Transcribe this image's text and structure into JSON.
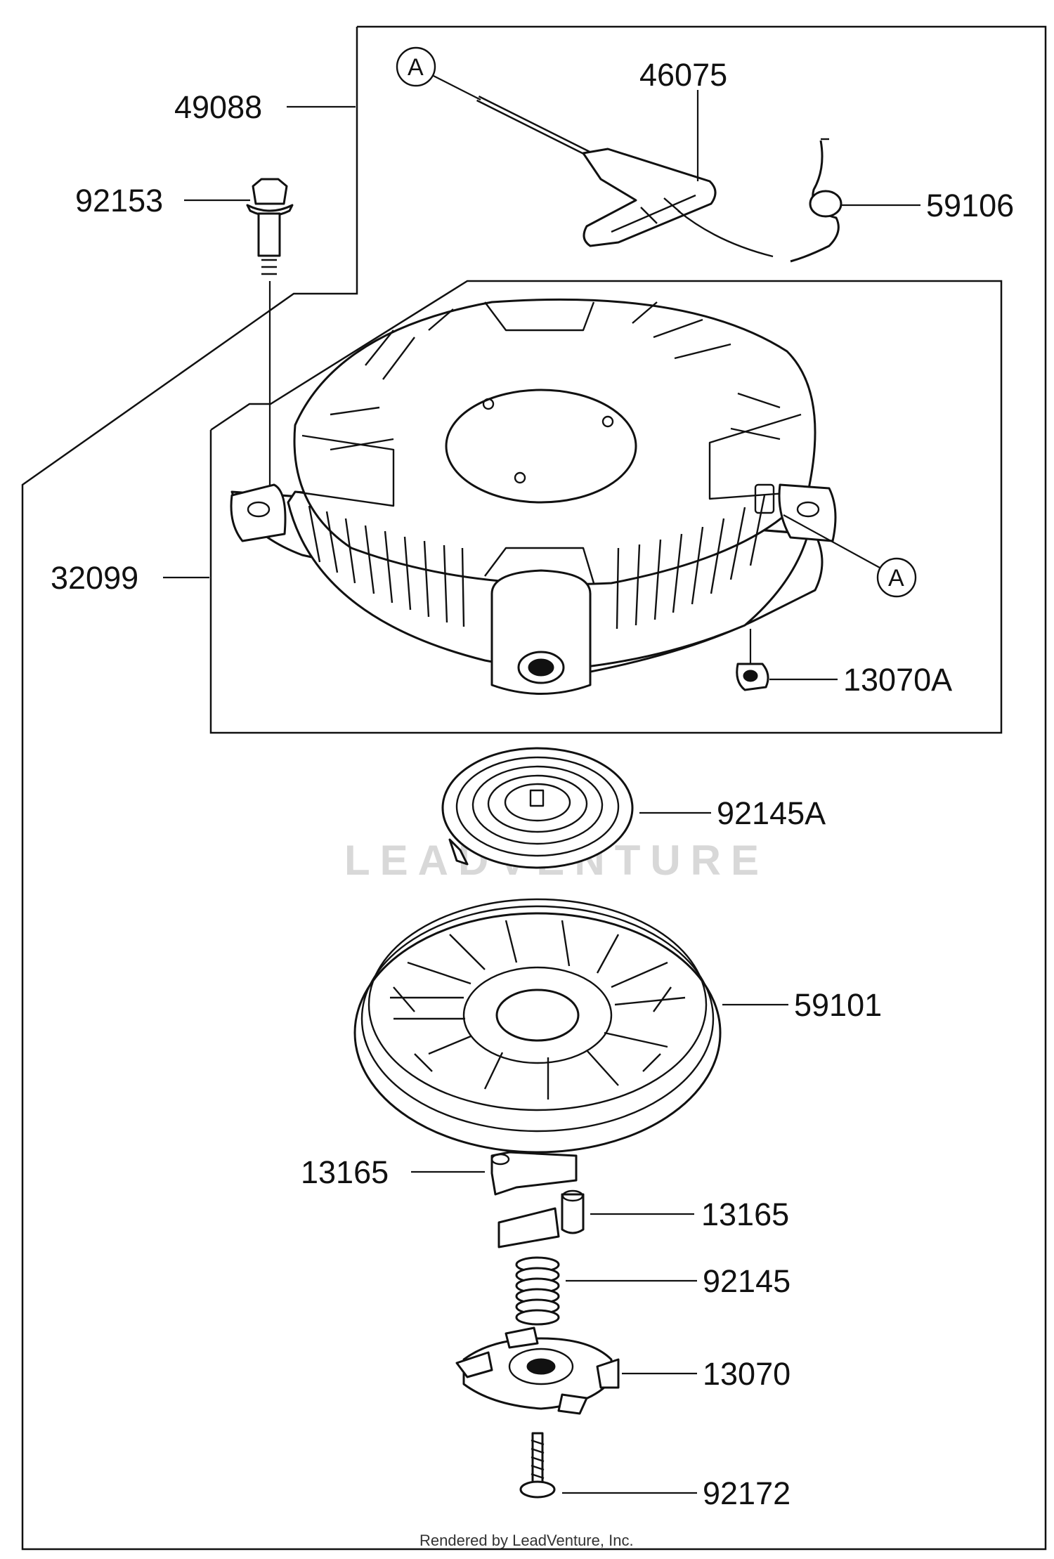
{
  "callouts": {
    "p49088": "49088",
    "p92153": "92153",
    "p46075": "46075",
    "p59106": "59106",
    "p32099": "32099",
    "p13070A": "13070A",
    "p92145A": "92145A",
    "p59101": "59101",
    "p13165_left": "13165",
    "p13165_right": "13165",
    "p92145": "92145",
    "p13070": "13070",
    "p92172": "92172"
  },
  "markers": {
    "ref_a_top": "A",
    "ref_a_side": "A"
  },
  "watermark": "LEADVENTURE",
  "footer": "Rendered by LeadVenture, Inc."
}
